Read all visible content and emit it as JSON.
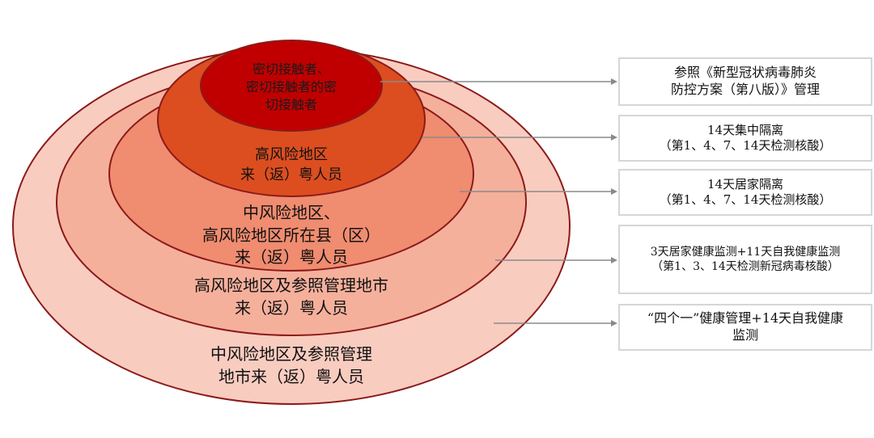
{
  "diagram": {
    "rings": [
      {
        "label_lines": [
          "密切接触者、",
          "密切接触者的密",
          "切接触者"
        ],
        "fill": "#C00000"
      },
      {
        "label_lines": [
          "高风险地区",
          "来（返）粤人员"
        ],
        "fill": "#DC4E20"
      },
      {
        "label_lines": [
          "中风险地区、",
          "高风险地区所在县（区）",
          "来（返）粤人员"
        ],
        "fill": "#F08C70"
      },
      {
        "label_lines": [
          "高风险地区及参照管理地市",
          "来（返）粤人员"
        ],
        "fill": "#F5B09C"
      },
      {
        "label_lines": [
          "中风险地区及参照管理",
          "地市来（返）粤人员"
        ],
        "fill": "#F9CCC0"
      }
    ],
    "measures": [
      {
        "lines": [
          "参照《新型冠状病毒肺炎",
          "防控方案（第八版）》管理"
        ]
      },
      {
        "lines": [
          "14天集中隔离",
          "（第1、4、7、14天检测核酸）"
        ]
      },
      {
        "lines": [
          "14天居家隔离",
          "（第1、4、7、14天检测核酸）"
        ]
      },
      {
        "lines": [
          "3天居家健康监测+11天自我健康监测",
          "（第1、3、14天检测新冠病毒核酸）"
        ]
      },
      {
        "lines": [
          "“四个一”健康管理+14天自我健康",
          "监测"
        ]
      }
    ],
    "colors": {
      "ring_outline": "#8B1A1A",
      "arrow": "#8a8a8a",
      "box_border": "#d6d6d6"
    }
  }
}
